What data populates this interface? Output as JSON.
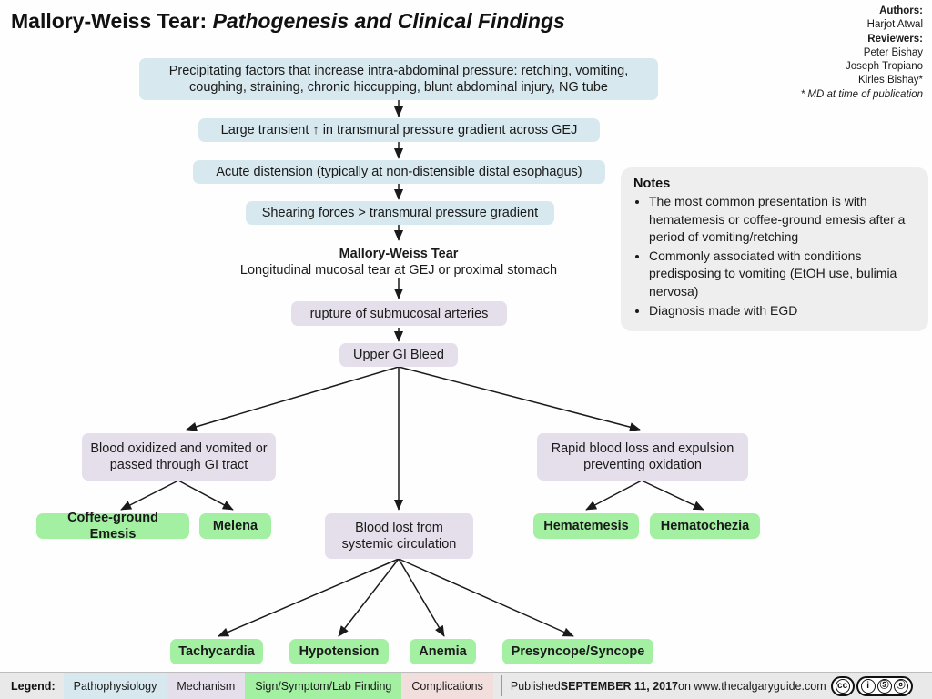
{
  "header": {
    "title_main": "Mallory-Weiss Tear:",
    "title_sub": "Pathogenesis and Clinical Findings",
    "authors_label": "Authors:",
    "authors": "Harjot Atwal",
    "reviewers_label": "Reviewers:",
    "reviewers": [
      "Peter Bishay",
      "Joseph Tropiano",
      "Kirles Bishay*"
    ],
    "footnote": "* MD at time of publication"
  },
  "nodes": {
    "precipitating": "Precipitating factors that increase intra-abdominal pressure: retching, vomiting, coughing, straining, chronic hiccupping, blunt abdominal injury, NG tube",
    "gradient": "Large transient ↑ in transmural pressure gradient across GEJ",
    "distension": "Acute distension (typically at non-distensible distal esophagus)",
    "shearing": "Shearing forces > transmural pressure gradient",
    "tear_title": "Mallory-Weiss Tear",
    "tear_desc": "Longitudinal mucosal tear at GEJ or proximal stomach",
    "rupture": "rupture of submucosal arteries",
    "ugib": "Upper GI Bleed",
    "oxidized": "Blood oxidized and vomited or passed through GI tract",
    "rapid_loss": "Rapid blood loss and expulsion preventing oxidation",
    "systemic": "Blood lost from systemic circulation",
    "coffee_ground": "Coffee-ground Emesis",
    "melena": "Melena",
    "hematemesis": "Hematemesis",
    "hematochezia": "Hematochezia",
    "tachycardia": "Tachycardia",
    "hypotension": "Hypotension",
    "anemia": "Anemia",
    "presyncope": "Presyncope/Syncope"
  },
  "notes": {
    "title": "Notes",
    "items": [
      "The most common presentation is with hematemesis or coffee-ground emesis after a period of vomiting/retching",
      "Commonly associated with conditions predisposing to vomiting (EtOH use, bulimia nervosa)",
      "Diagnosis made with EGD"
    ]
  },
  "legend": {
    "label": "Legend:",
    "chips": [
      {
        "label": "Pathophysiology",
        "color": "#d7e8ef"
      },
      {
        "label": "Mechanism",
        "color": "#e5dfeb"
      },
      {
        "label": "Sign/Symptom/Lab Finding",
        "color": "#a3f0a3"
      },
      {
        "label": "Complications",
        "color": "#f3dede"
      }
    ],
    "published_prefix": "Published ",
    "published_date": "SEPTEMBER 11, 2017",
    "published_suffix": " on www.thecalgaryguide.com",
    "license": {
      "cc": "cc",
      "by": "i",
      "nc": "Ⓢ",
      "sa": "ⓞ",
      "tag_by": "BY",
      "tag_nc": "NC",
      "tag_sa": "SA"
    }
  },
  "colors": {
    "pathophysiology": "#d7e8ef",
    "mechanism": "#e5dfeb",
    "sign": "#a3f0a3",
    "complications": "#f3dede",
    "notes_bg": "#eeeeee",
    "legend_bg": "#e9e9e9",
    "edge": "#1a1a1a"
  }
}
